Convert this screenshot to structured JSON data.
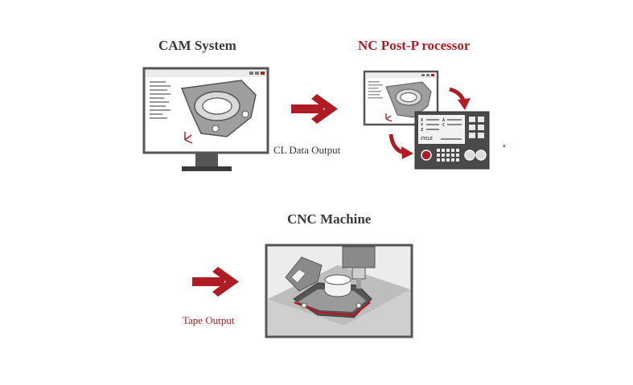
{
  "titles": {
    "cam": "CAM System",
    "post": "NC Post-P rocessor",
    "cnc": "CNC Machine"
  },
  "captions": {
    "cl_data": "CL Data Output",
    "tape": "Tape Output"
  },
  "controller_labels": {
    "x": "X",
    "y": "Y",
    "z": "Z",
    "a": "A",
    "c": "C",
    "cycle": "CYCLE"
  },
  "colors": {
    "accent_red": "#b01c24",
    "dark_gray": "#4a4a4a",
    "frame_gray": "#5a5a5a",
    "light_gray": "#d8d8d8"
  },
  "icons": {
    "flow_arrow": "arrow-right-icon",
    "curve_arrow": "curved-arrow-icon",
    "monitor": "monitor-icon",
    "controller": "nc-controller-icon",
    "machine": "cnc-machine-icon"
  }
}
